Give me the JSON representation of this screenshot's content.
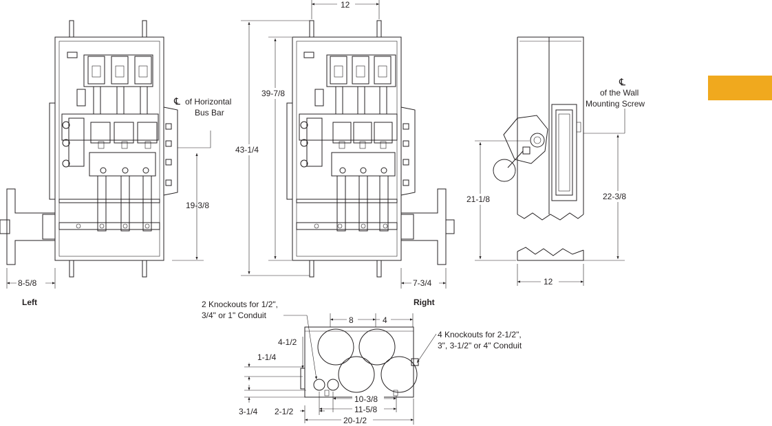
{
  "colors": {
    "accent_tab": "#f0a91e",
    "ink": "#231f20"
  },
  "views": {
    "left_label": "Left",
    "right_label": "Right"
  },
  "annotations": {
    "cl_symbol": "C L",
    "horizontal_bus_line1": "of Horizontal",
    "horizontal_bus_line2": "Bus Bar",
    "wall_screw_line1": "of the Wall",
    "wall_screw_line2": "Mounting Screw",
    "small_knockouts_line1": "2 Knockouts for 1/2\",",
    "small_knockouts_line2": "3/4\" or 1\" Conduit",
    "large_knockouts_line1": "4 Knockouts for 2-1/2\",",
    "large_knockouts_line2": "3\", 3-1/2\" or 4\" Conduit"
  },
  "dimensions": {
    "top_width": "12",
    "overall_height": "43-1/4",
    "inner_height": "39-7/8",
    "bus_bar_height": "19-3/8",
    "left_offset": "8-5/8",
    "right_offset": "7-3/4",
    "side_handle_height": "21-1/8",
    "side_screw_height": "22-3/8",
    "side_depth": "12",
    "box_8": "8",
    "box_4": "4",
    "box_4_1_2": "4-1/2",
    "box_1_1_4": "1-1/4",
    "box_3_1_4": "3-1/4",
    "box_2_1_2": "2-1/2",
    "box_10_3_8": "10-3/8",
    "box_11_5_8": "11-5/8",
    "box_20_1_2": "20-1/2"
  }
}
